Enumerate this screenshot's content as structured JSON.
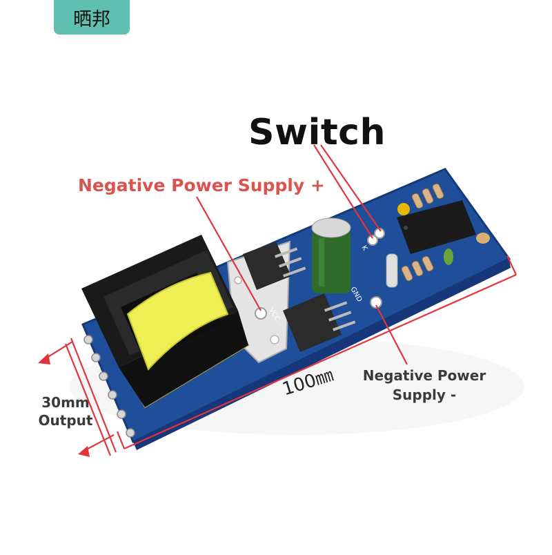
{
  "brand_badge": {
    "text": "晒邦",
    "color": "#5fbfb0"
  },
  "labels": {
    "switch": "Switch",
    "negative_plus": "Negative Power Supply +",
    "negative_minus_line1": "Negative Power",
    "negative_minus_line2": "Supply -",
    "width_dim": "30mm",
    "output": "Output",
    "length_dim": "100㎜"
  },
  "pcb_silkscreen": {
    "vcc": "VCC",
    "gnd": "GND",
    "k": "K"
  },
  "colors": {
    "pcb": "#1f4f9a",
    "arrow_red": "#e2343b",
    "label_red": "#d9534f",
    "transformer_tape": "#eeee55",
    "capacitor": "#2f6b2a"
  }
}
